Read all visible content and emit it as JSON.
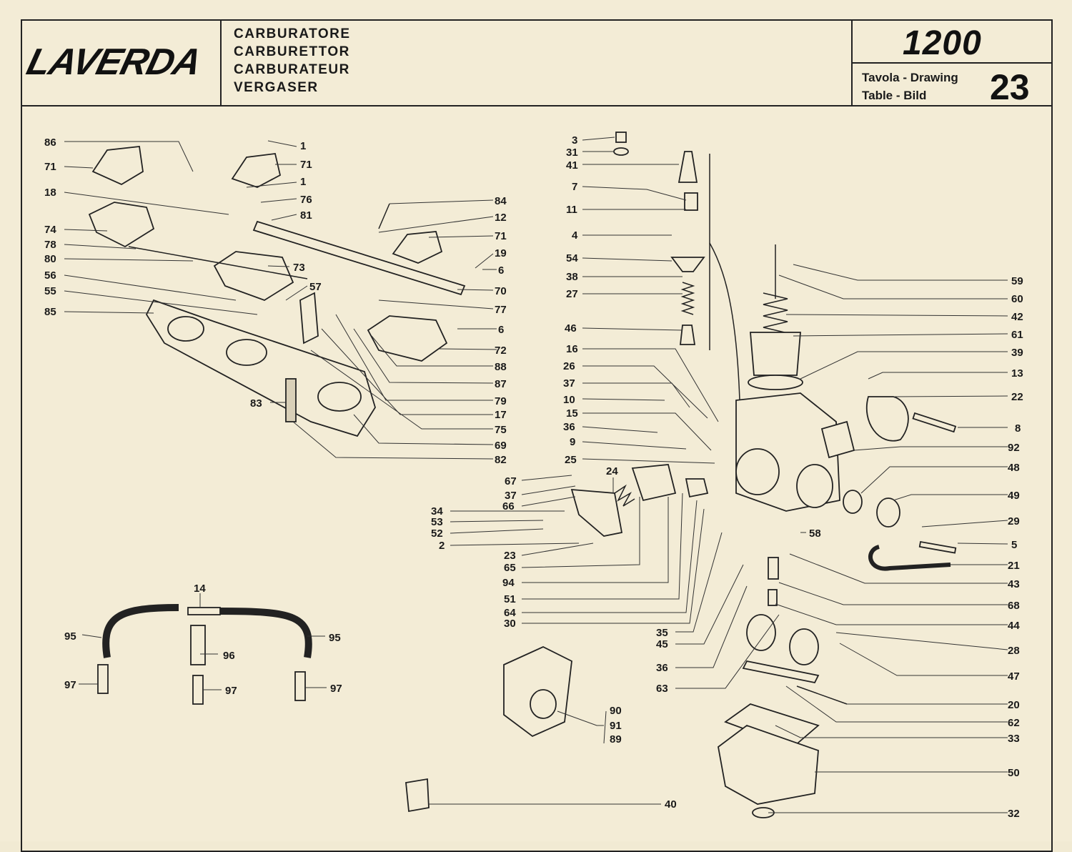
{
  "header": {
    "brand": "LAVERDA",
    "titles": [
      "CARBURATORE",
      "CARBURETTOR",
      "CARBURATEUR",
      "VERGASER"
    ],
    "model": "1200",
    "drawing_label_1": "Tavola - Drawing",
    "drawing_label_2": "Table - Bild",
    "drawing_number": "23"
  },
  "part_labels": [
    "86",
    "71",
    "18",
    "74",
    "78",
    "80",
    "56",
    "55",
    "85",
    "1",
    "71",
    "1",
    "76",
    "81",
    "73",
    "57",
    "84",
    "12",
    "71",
    "19",
    "6",
    "70",
    "77",
    "6",
    "72",
    "88",
    "87",
    "79",
    "17",
    "75",
    "69",
    "82",
    "83",
    "3",
    "31",
    "41",
    "7",
    "11",
    "4",
    "54",
    "38",
    "27",
    "46",
    "16",
    "26",
    "37",
    "10",
    "15",
    "36",
    "9",
    "25",
    "59",
    "60",
    "42",
    "61",
    "39",
    "13",
    "22",
    "8",
    "92",
    "48",
    "49",
    "29",
    "5",
    "21",
    "43",
    "68",
    "44",
    "28",
    "47",
    "20",
    "62",
    "33",
    "50",
    "32",
    "67",
    "37",
    "66",
    "34",
    "53",
    "52",
    "2",
    "24",
    "23",
    "65",
    "94",
    "51",
    "64",
    "30",
    "35",
    "45",
    "36",
    "63",
    "58",
    "14",
    "95",
    "96",
    "95",
    "97",
    "97",
    "97",
    "90",
    "91",
    "89",
    "40"
  ],
  "colors": {
    "paper": "#f3ecd6",
    "ink": "#1c1a17"
  }
}
